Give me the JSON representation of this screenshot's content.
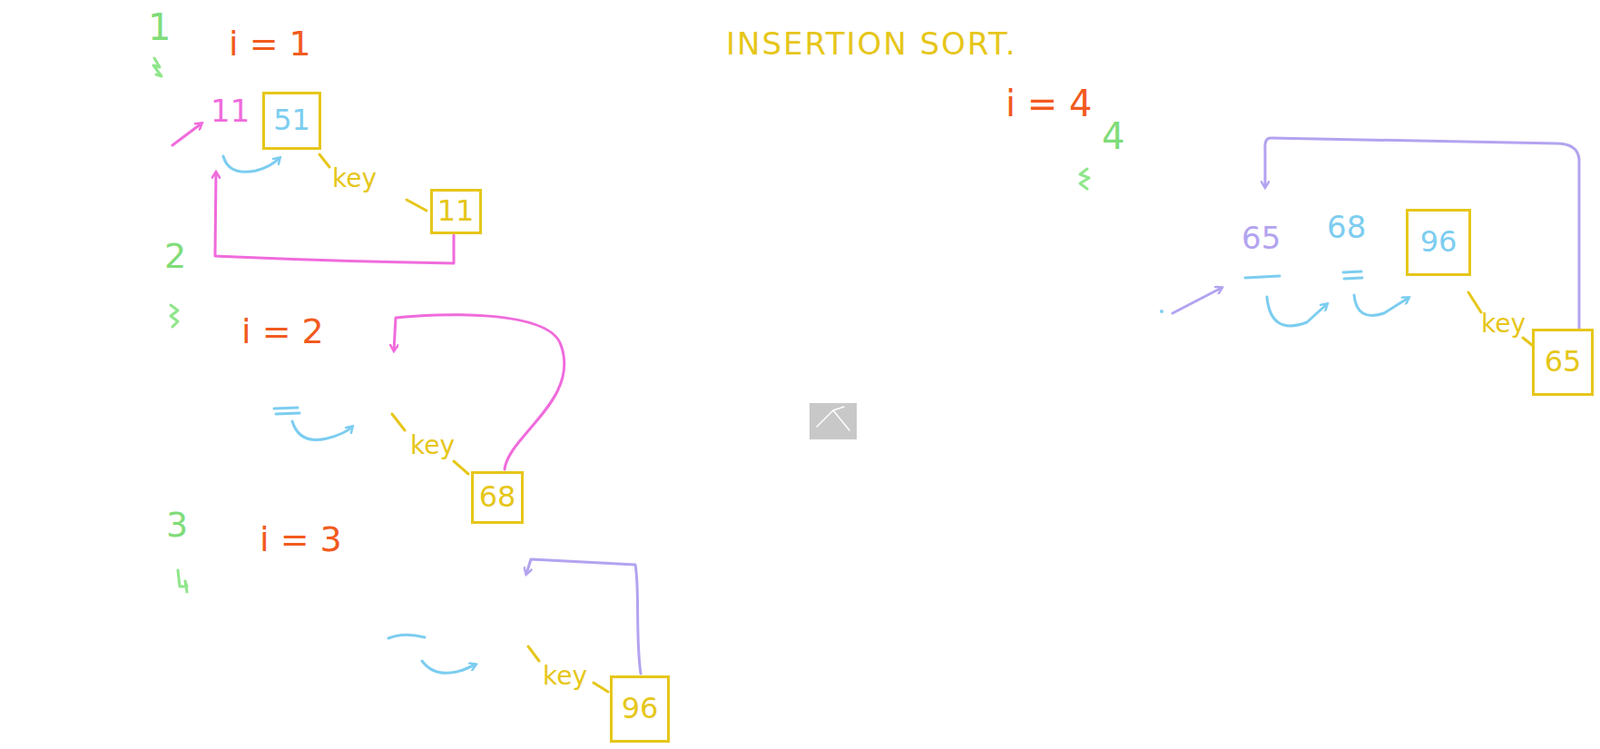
{
  "diagram": {
    "title": "INSERTION SORT.",
    "nodes": [
      {
        "text": [
          "51"
        ]
      },
      {
        "text": [
          "11"
        ]
      },
      {
        "text": [
          "68"
        ]
      },
      {
        "text": [
          "96"
        ]
      },
      {
        "text": [
          "96"
        ]
      },
      {
        "text": [
          "65"
        ]
      }
    ],
    "labels": [
      "1",
      "i = 1",
      "11",
      "key",
      "2",
      "i = 2",
      "key",
      "3",
      "i = 3",
      "key",
      "i = 4",
      "4",
      "65",
      "68",
      "key"
    ]
  }
}
